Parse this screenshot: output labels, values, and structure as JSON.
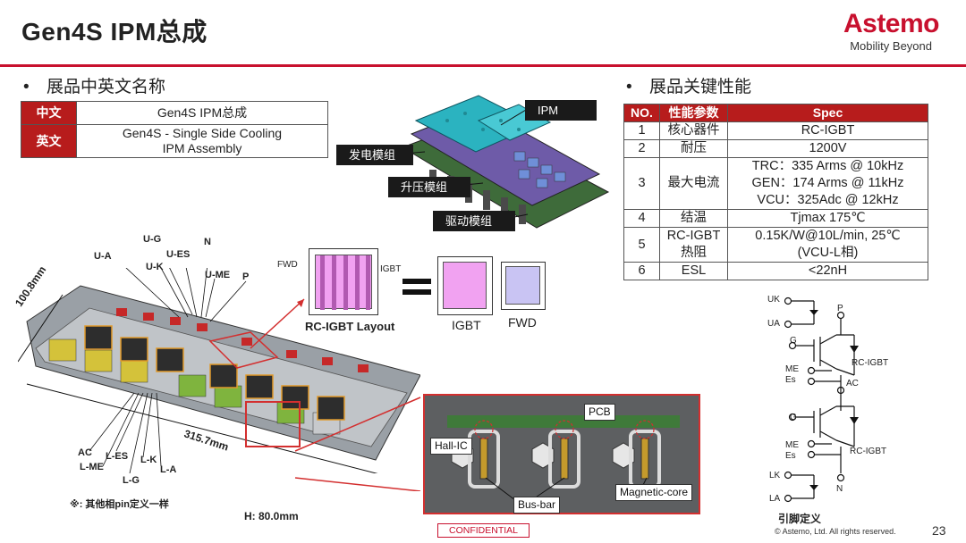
{
  "header": {
    "title": "Gen4S IPM总成",
    "logo_word": "Astemo",
    "logo_tagline": "Mobility Beyond"
  },
  "left_section": {
    "heading": "展品中英文名称",
    "bullet": "•",
    "name_table": [
      {
        "key": "中文",
        "value": "Gen4S IPM总成"
      },
      {
        "key": "英文",
        "value_line1": "Gen4S - Single Side Cooling",
        "value_line2": "IPM Assembly"
      }
    ]
  },
  "assembly_callouts": {
    "ipm": "IPM",
    "gen_module": "发电模组",
    "boost_module": "升压模组",
    "drive_module": "驱动模组"
  },
  "module_labels": {
    "pins_top": [
      "U-G",
      "U-A",
      "U-ES",
      "N",
      "U-K",
      "U-ME",
      "P"
    ],
    "pins_bottom": [
      "AC",
      "L-ES",
      "L-ME",
      "L-K",
      "L-G",
      "L-A"
    ],
    "dim_width": "100.8mm",
    "dim_length": "315.7mm",
    "dim_height": "H: 80.0mm",
    "note": "※: 其他相pin定义一样"
  },
  "layout_diagram": {
    "fwd": "FWD",
    "igbt": "IGBT",
    "caption": "RC-IGBT Layout",
    "box_igbt": "IGBT",
    "box_fwd": "FWD",
    "colors": {
      "igbt_fill": "#f1a2f1",
      "fwd_fill": "#c9c4f3",
      "stripe": "#b15ab1"
    }
  },
  "pcb_photo": {
    "labels": [
      "PCB",
      "Hall-IC",
      "Magnetic-core",
      "Bus-bar"
    ]
  },
  "right_section": {
    "heading": "展品关键性能",
    "bullet": "•",
    "spec_table": {
      "headers": [
        "NO.",
        "性能参数",
        "Spec"
      ],
      "rows": [
        {
          "no": "1",
          "param": "核心器件",
          "spec": [
            "RC-IGBT"
          ]
        },
        {
          "no": "2",
          "param": "耐压",
          "spec": [
            "1200V"
          ]
        },
        {
          "no": "3",
          "param": "最大电流",
          "spec": [
            "TRC：335 Arms @ 10kHz",
            "GEN：174 Arms @ 11kHz",
            "VCU：325Adc @ 12kHz"
          ]
        },
        {
          "no": "4",
          "param": "结温",
          "spec": [
            "Tjmax 175℃"
          ]
        },
        {
          "no": "5",
          "param": "RC-IGBT热阻",
          "param_lines": [
            "RC-IGBT",
            "热阻"
          ],
          "spec": [
            "0.15K/W@10L/min, 25℃",
            "(VCU-L相)"
          ]
        },
        {
          "no": "6",
          "param": "ESL",
          "spec": [
            "<22nH"
          ]
        }
      ]
    }
  },
  "schematic": {
    "labels": {
      "uk": "UK",
      "ua": "UA",
      "p": "P",
      "g1": "G",
      "me1": "ME",
      "es1": "Es",
      "rc1": "RC-IGBT",
      "ac": "AC",
      "g2": "G",
      "me2": "ME",
      "es2": "Es",
      "rc2": "RC-IGBT",
      "lk": "LK",
      "la": "LA",
      "n": "N"
    },
    "caption": "引脚定义"
  },
  "footer": {
    "confidential": "CONFIDENTIAL",
    "copyright": "© Astemo, Ltd. All rights reserved.",
    "page_number": "23"
  },
  "colors": {
    "brand_red": "#c8102e",
    "table_header_red": "#b71c1c",
    "photo_border_red": "#d32f2f"
  }
}
